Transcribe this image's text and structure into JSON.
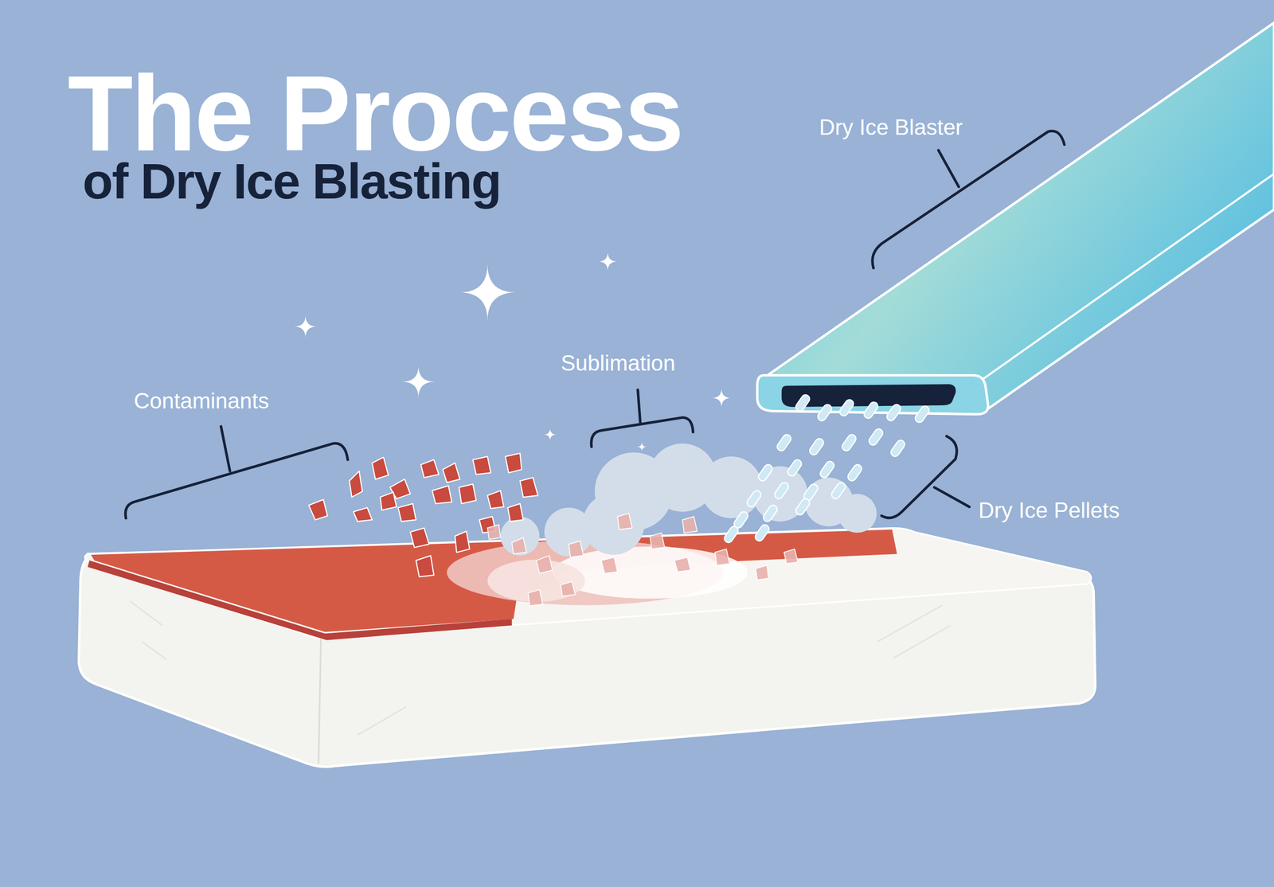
{
  "diagram": {
    "title": "The Process",
    "labels": [
      "of Dry Ice Blasting",
      "Dry Ice Blaster",
      "Sublimation",
      "Contaminants",
      "Dry Ice Pellets"
    ]
  }
}
